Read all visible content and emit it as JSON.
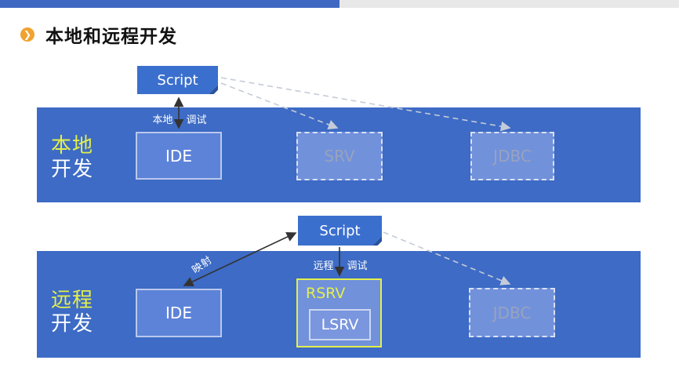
{
  "title": {
    "text": "本地和远程开发",
    "bullet_icon": "chevron-right"
  },
  "band_local": {
    "label_line1": "本地",
    "label_line2": "开发",
    "script_label": "Script",
    "debug_left": "本地",
    "debug_right": "调试",
    "ide_label": "IDE",
    "srv_label": "SRV",
    "jdbc_label": "JDBC"
  },
  "band_remote": {
    "label_line1": "远程",
    "label_line2": "开发",
    "script_label": "Script",
    "debug_left": "远程",
    "debug_right": "调试",
    "mapping_label": "映射",
    "ide_label": "IDE",
    "rsrv_label": "RSRV",
    "lsrv_label": "LSRV",
    "jdbc_label": "JDBC"
  },
  "colors": {
    "band_blue": "#3d6bc5",
    "script_blue": "#3b6fce",
    "script_fold": "#2b529e",
    "box_fill": "#5d83d9",
    "box_border": "#bac8ec",
    "ghost_fill": "#7191db",
    "ghost_border": "#d9e0f2",
    "ghost_text": "#98a3be",
    "highlight_yellow": "#e2ef4c",
    "accent_orange": "#f0a32f",
    "strip_blue": "#3e68c1",
    "strip_gray": "#e8e8e8",
    "arrow_dark": "#333333",
    "dash_gray": "#c4cbd8"
  }
}
